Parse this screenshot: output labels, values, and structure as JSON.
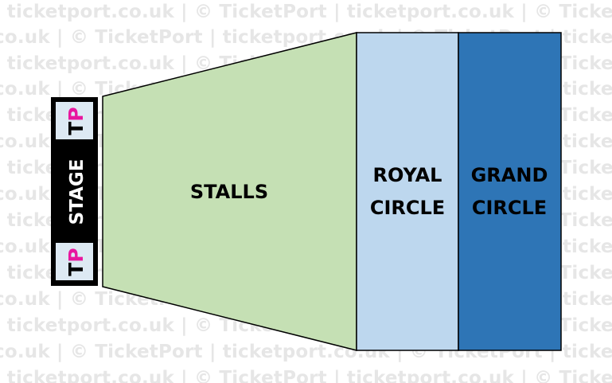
{
  "watermark": {
    "line_a": "| ticketport.co.uk | © TicketPort | ticketport.co.uk | © TicketPort | ticketport.co.uk | © TicketPort |",
    "line_b": "co.uk | © TicketPort | ticketport.co.uk | © TicketPort | ticketport.co.uk | © TicketPort | ticketport."
  },
  "stage": {
    "label": "STAGE",
    "logo_t": "T",
    "logo_p": "P",
    "logo_accent": "#e8179f"
  },
  "sections": {
    "stalls": {
      "label": "STALLS",
      "color": "#c5e0b4"
    },
    "royal_circle": {
      "line1": "ROYAL",
      "line2": "CIRCLE",
      "color": "#bdd7ee"
    },
    "grand_circle": {
      "line1": "GRAND",
      "line2": "CIRCLE",
      "color": "#2e75b6"
    }
  }
}
